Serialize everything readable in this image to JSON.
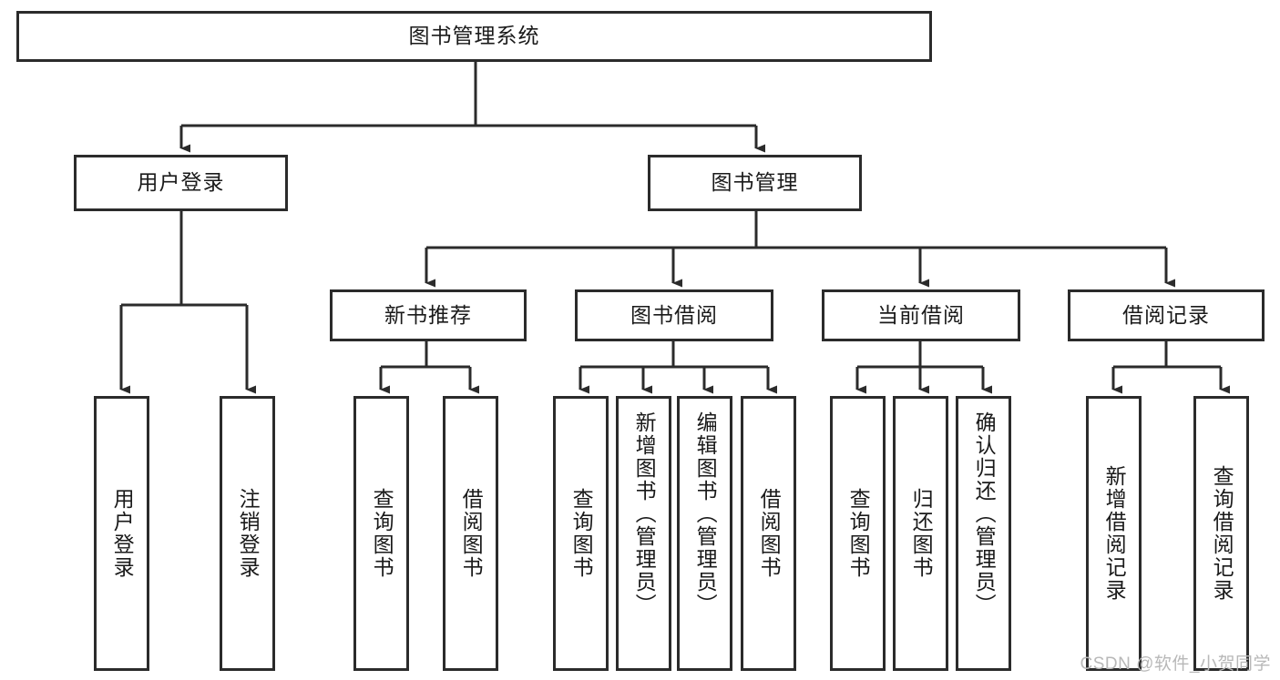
{
  "diagram": {
    "type": "tree-hierarchy",
    "title": "图书管理系统",
    "watermark": "CSDN @软件_小贺同学",
    "colors": {
      "box_border": "#2b2b2b",
      "box_fill": "#ffffff",
      "connector": "#2b2b2b",
      "text": "#1a1a1a",
      "watermark": "#b8b8b8"
    },
    "levels": {
      "root": {
        "label": "图书管理系统"
      },
      "level2": [
        {
          "id": "user-login",
          "label": "用户登录"
        },
        {
          "id": "book-management",
          "label": "图书管理"
        }
      ],
      "level3": [
        {
          "id": "new-book-recommend",
          "label": "新书推荐",
          "parent": "book-management"
        },
        {
          "id": "book-borrow",
          "label": "图书借阅",
          "parent": "book-management"
        },
        {
          "id": "current-borrow",
          "label": "当前借阅",
          "parent": "book-management"
        },
        {
          "id": "borrow-record",
          "label": "借阅记录",
          "parent": "book-management"
        }
      ],
      "leaves": [
        {
          "id": "leaf-user-login",
          "label": "用户登录",
          "parent": "user-login"
        },
        {
          "id": "leaf-logout",
          "label": "注销登录",
          "parent": "user-login"
        },
        {
          "id": "leaf-query-book-1",
          "label": "查询图书",
          "parent": "new-book-recommend"
        },
        {
          "id": "leaf-borrow-book-1",
          "label": "借阅图书",
          "parent": "new-book-recommend"
        },
        {
          "id": "leaf-query-book-2",
          "label": "查询图书",
          "parent": "book-borrow"
        },
        {
          "id": "leaf-add-book",
          "label": "新增图书（管理员）",
          "parent": "book-borrow"
        },
        {
          "id": "leaf-edit-book",
          "label": "编辑图书（管理员）",
          "parent": "book-borrow"
        },
        {
          "id": "leaf-borrow-book-2",
          "label": "借阅图书",
          "parent": "book-borrow"
        },
        {
          "id": "leaf-query-book-3",
          "label": "查询图书",
          "parent": "current-borrow"
        },
        {
          "id": "leaf-return-book",
          "label": "归还图书",
          "parent": "current-borrow"
        },
        {
          "id": "leaf-confirm-return",
          "label": "确认归还（管理员）",
          "parent": "current-borrow"
        },
        {
          "id": "leaf-add-record",
          "label": "新增借阅记录",
          "parent": "borrow-record"
        },
        {
          "id": "leaf-query-record",
          "label": "查询借阅记录",
          "parent": "borrow-record"
        }
      ]
    }
  }
}
